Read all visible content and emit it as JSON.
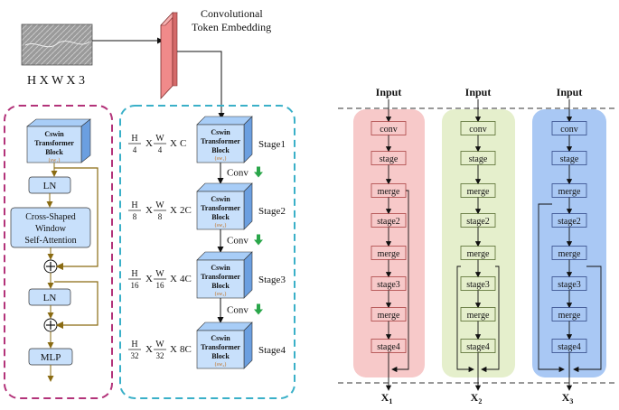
{
  "input_image": {
    "label": "H X W X 3"
  },
  "token_embedding": {
    "label_line1": "Convolutional",
    "label_line2": "Token Embedding"
  },
  "block": {
    "line1": "Cswin",
    "line2": "Transformer",
    "line3": "Block",
    "sub": "(sw₁)"
  },
  "detail": {
    "ln1": "LN",
    "attention": [
      "Cross-Shaped",
      "Window",
      "Self-Attention"
    ],
    "ln2": "LN",
    "mlp": "MLP"
  },
  "stages": [
    {
      "label": "Stage1",
      "dim_h": "H",
      "dim_h_den": "4",
      "dim_w": "W",
      "dim_w_den": "4",
      "channels": "C",
      "sub": "(sw₁)"
    },
    {
      "label": "Stage2",
      "dim_h": "H",
      "dim_h_den": "8",
      "dim_w": "W",
      "dim_w_den": "8",
      "channels": "2C",
      "sub": "(sw₂)"
    },
    {
      "label": "Stage3",
      "dim_h": "H",
      "dim_h_den": "16",
      "dim_w": "W",
      "dim_w_den": "16",
      "channels": "4C",
      "sub": "(sw₃)"
    },
    {
      "label": "Stage4",
      "dim_h": "H",
      "dim_h_den": "32",
      "dim_w": "W",
      "dim_w_den": "32",
      "channels": "8C",
      "sub": "(sw₄)"
    }
  ],
  "conv_label": "Conv",
  "times": "X",
  "pipelines": [
    {
      "input": "Input",
      "output": "X",
      "output_sub": "1",
      "nodes": [
        "conv",
        "stage",
        "merge",
        "stage2",
        "merge",
        "stage3",
        "merge",
        "stage4"
      ],
      "color": "#f7c9c9"
    },
    {
      "input": "Input",
      "output": "X",
      "output_sub": "2",
      "nodes": [
        "conv",
        "stage",
        "merge",
        "stage2",
        "merge",
        "stage3",
        "merge",
        "stage4"
      ],
      "color": "#e5efcc"
    },
    {
      "input": "Input",
      "output": "X",
      "output_sub": "3",
      "nodes": [
        "conv",
        "stage",
        "merge",
        "stage2",
        "merge",
        "stage3",
        "merge",
        "stage4"
      ],
      "color": "#a9c8f4"
    }
  ]
}
